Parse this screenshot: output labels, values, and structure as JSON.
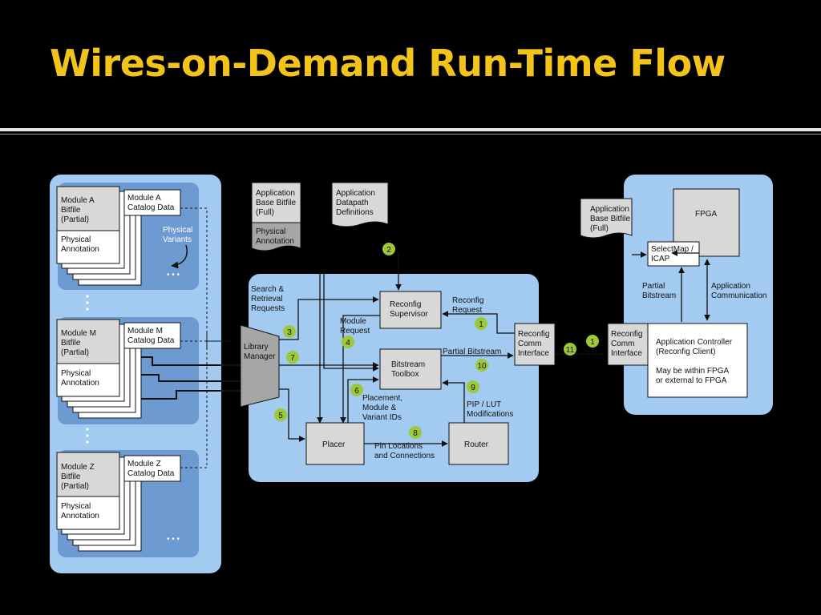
{
  "title": "Wires-on-Demand Run-Time Flow",
  "diagram": {
    "modules": {
      "a": {
        "bitfile": [
          "Module A",
          "Bitfile",
          "(Partial)"
        ],
        "catalog": [
          "Module A",
          "Catalog Data"
        ],
        "annotation": [
          "Physical",
          "Annotation"
        ]
      },
      "m": {
        "bitfile": [
          "Module M",
          "Bitfile",
          "(Partial)"
        ],
        "catalog": [
          "Module M",
          "Catalog Data"
        ],
        "annotation": [
          "Physical",
          "Annotation"
        ]
      },
      "z": {
        "bitfile": [
          "Module Z",
          "Bitfile",
          "(Partial)"
        ],
        "catalog": [
          "Module Z",
          "Catalog Data"
        ],
        "annotation": [
          "Physical",
          "Annotation"
        ]
      },
      "physical_variants": [
        "Physical",
        "Variants"
      ],
      "ellipsis": "• • •"
    },
    "docs": {
      "app_base_full": [
        "Application",
        "Base Bitfile",
        "(Full)"
      ],
      "physical_annotation": [
        "Physical",
        "Annotation"
      ],
      "datapath": [
        "Application",
        "Datapath",
        "Definitions"
      ],
      "right_base_full": [
        "Application",
        "Base Bitfile",
        "(Full)"
      ]
    },
    "blocks": {
      "library_manager": [
        "Library",
        "Manager"
      ],
      "reconfig_supervisor": [
        "Reconfig",
        "Supervisor"
      ],
      "bitstream_toolbox": [
        "Bitstream",
        "Toolbox"
      ],
      "placer": "Placer",
      "router": "Router",
      "reconfig_comm_left": [
        "Reconfig",
        "Comm",
        "Interface"
      ],
      "reconfig_comm_right": [
        "Reconfig",
        "Comm",
        "Interface"
      ],
      "fpga": "FPGA",
      "selectmap": [
        "SelectMap /",
        "ICAP"
      ],
      "app_controller": [
        "Application Controller",
        "(Reconfig Client)",
        "",
        "May be within FPGA",
        "or external to FPGA"
      ]
    },
    "labels": {
      "search": [
        "Search &",
        "Retrieval",
        "Requests"
      ],
      "module_request": [
        "Module",
        "Request"
      ],
      "reconfig_request": [
        "Reconfig",
        "Request"
      ],
      "partial_bitstream_flow": "Partial Bitstream",
      "placement": [
        "Placement,",
        "Module &",
        "Variant IDs"
      ],
      "pip_lut": [
        "PIP / LUT",
        "Modifications"
      ],
      "pin_locations": [
        "Pin Locations",
        "and Connections"
      ],
      "partial_bitstream_right": [
        "Partial",
        "Bitstream"
      ],
      "app_comm": [
        "Application",
        "Communication"
      ]
    },
    "steps": [
      "1",
      "2",
      "3",
      "4",
      "5",
      "6",
      "7",
      "8",
      "9",
      "10",
      "11",
      "1"
    ],
    "colors": {
      "step_badge": "#9cc83a",
      "panel": "#a3caf0",
      "group": "#6d9ad0",
      "box": "#d8d8d8",
      "title": "#f2c319"
    }
  }
}
